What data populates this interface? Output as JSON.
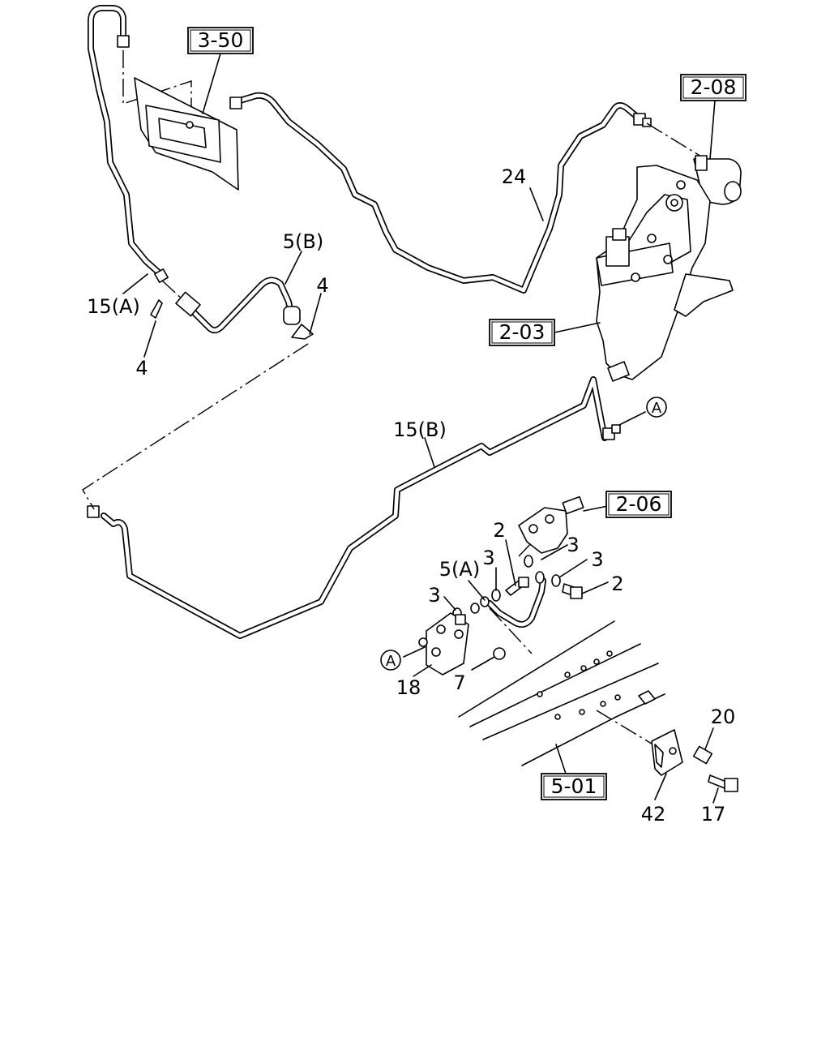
{
  "refs": {
    "r350": "3-50",
    "r208": "2-08",
    "r203": "2-03",
    "r206": "2-06",
    "r501": "5-01"
  },
  "callouts": {
    "c24": "24",
    "c5b": "5(B)",
    "c4a": "4",
    "c15a": "15(A)",
    "c4b": "4",
    "c15b": "15(B)",
    "c2a": "2",
    "c3a": "3",
    "c5a": "5(A)",
    "c3b": "3",
    "c3c": "3",
    "c3d": "3",
    "c2b": "2",
    "c18": "18",
    "c7": "7",
    "c20": "20",
    "c42": "42",
    "c17": "17"
  },
  "markers": {
    "a1": "A",
    "a2": "A"
  }
}
